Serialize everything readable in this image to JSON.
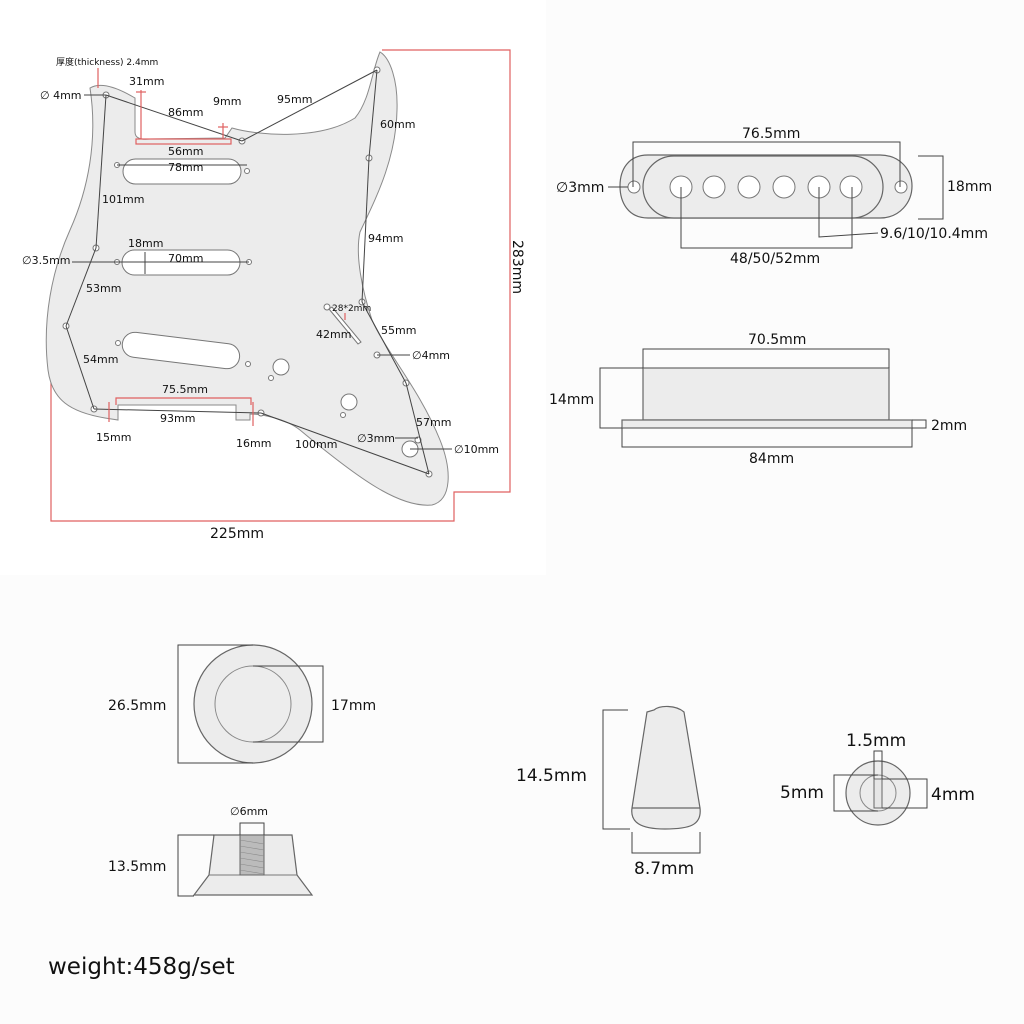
{
  "pickguard": {
    "thickness_label": "厚度(thickness) 2.4mm",
    "screw_hole_dia": "∅ 4mm",
    "neck_pickup_dia": "∅3.5mm",
    "dims": {
      "d31": "31mm",
      "d86": "86mm",
      "d9": "9mm",
      "d95": "95mm",
      "d60": "60mm",
      "d56": "56mm",
      "d78": "78mm",
      "d101": "101mm",
      "d94": "94mm",
      "d18": "18mm",
      "d70": "70mm",
      "d53": "53mm",
      "d28x2": "28*2mm",
      "d42": "42mm",
      "d55": "55mm",
      "d4": "∅4mm",
      "d54": "54mm",
      "d75_5": "75.5mm",
      "d93": "93mm",
      "d15": "15mm",
      "d16": "16mm",
      "d100": "100mm",
      "d3": "∅3mm",
      "d57": "57mm",
      "d10": "∅10mm",
      "width": "225mm",
      "height": "283mm"
    }
  },
  "pickup_cover_top": {
    "length": "76.5mm",
    "hole_dia": "∅3mm",
    "width": "18mm",
    "pole_spacing": "9.6/10/10.4mm",
    "pole_span": "48/50/52mm"
  },
  "pickup_cover_side": {
    "top_length": "70.5mm",
    "height": "14mm",
    "flange": "2mm",
    "base_length": "84mm"
  },
  "knob": {
    "outer_dia": "26.5mm",
    "inner_dia": "17mm",
    "shaft_dia": "∅6mm",
    "height": "13.5mm"
  },
  "switch_tip": {
    "height": "14.5mm",
    "width": "8.7mm",
    "slot": "1.5mm",
    "outer": "5mm",
    "inner": "4mm"
  },
  "footer": {
    "weight": "weight:458g/set"
  }
}
